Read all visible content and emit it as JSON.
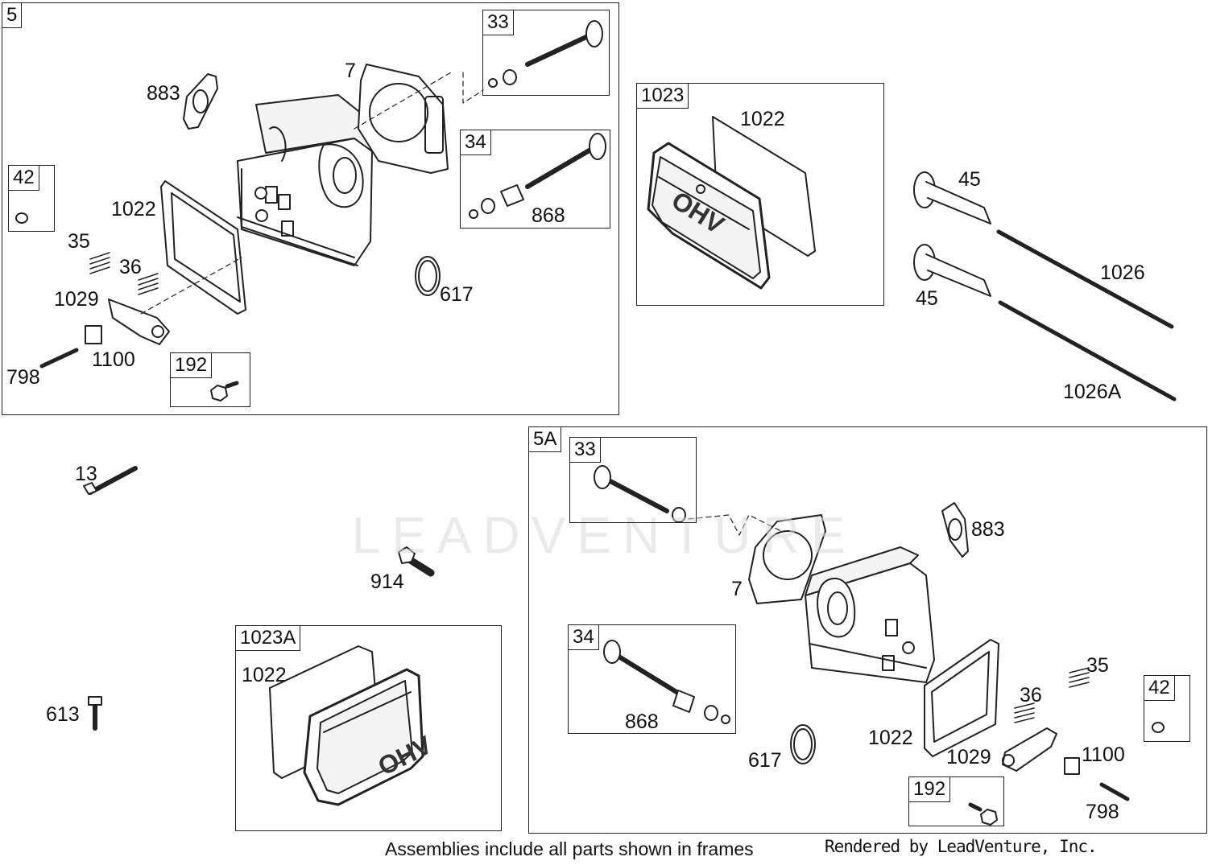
{
  "watermark": "LEADVENTURE",
  "footer": {
    "note": "Assemblies include all parts shown in frames",
    "rendered_by": "Rendered by LeadVenture, Inc."
  },
  "frames": [
    {
      "id": "f5",
      "tag": "5"
    },
    {
      "id": "f33a",
      "tag": "33"
    },
    {
      "id": "f34a",
      "tag": "34"
    },
    {
      "id": "f42a",
      "tag": "42"
    },
    {
      "id": "f192a",
      "tag": "192"
    },
    {
      "id": "f1023",
      "tag": "1023"
    },
    {
      "id": "f5a",
      "tag": "5A"
    },
    {
      "id": "f33b",
      "tag": "33"
    },
    {
      "id": "f34b",
      "tag": "34"
    },
    {
      "id": "f42b",
      "tag": "42"
    },
    {
      "id": "f192b",
      "tag": "192"
    },
    {
      "id": "f1023a",
      "tag": "1023A"
    }
  ],
  "callouts": [
    {
      "id": "c883a",
      "text": "883"
    },
    {
      "id": "c7a",
      "text": "7"
    },
    {
      "id": "c1022a",
      "text": "1022"
    },
    {
      "id": "c35a",
      "text": "35"
    },
    {
      "id": "c36a",
      "text": "36"
    },
    {
      "id": "c1029a",
      "text": "1029"
    },
    {
      "id": "c1100a",
      "text": "1100"
    },
    {
      "id": "c798a",
      "text": "798"
    },
    {
      "id": "c617a",
      "text": "617"
    },
    {
      "id": "c868a",
      "text": "868"
    },
    {
      "id": "c1022b",
      "text": "1022"
    },
    {
      "id": "c45a",
      "text": "45"
    },
    {
      "id": "c45b",
      "text": "45"
    },
    {
      "id": "c1026",
      "text": "1026"
    },
    {
      "id": "c1026a",
      "text": "1026A"
    },
    {
      "id": "c13",
      "text": "13"
    },
    {
      "id": "c914",
      "text": "914"
    },
    {
      "id": "c613",
      "text": "613"
    },
    {
      "id": "c1022c",
      "text": "1022"
    },
    {
      "id": "c883b",
      "text": "883"
    },
    {
      "id": "c7b",
      "text": "7"
    },
    {
      "id": "c868b",
      "text": "868"
    },
    {
      "id": "c35b",
      "text": "35"
    },
    {
      "id": "c36b",
      "text": "36"
    },
    {
      "id": "c1022d",
      "text": "1022"
    },
    {
      "id": "c617b",
      "text": "617"
    },
    {
      "id": "c1029b",
      "text": "1029"
    },
    {
      "id": "c1100b",
      "text": "1100"
    },
    {
      "id": "c798b",
      "text": "798"
    }
  ],
  "cover_logo_text": "OHV"
}
